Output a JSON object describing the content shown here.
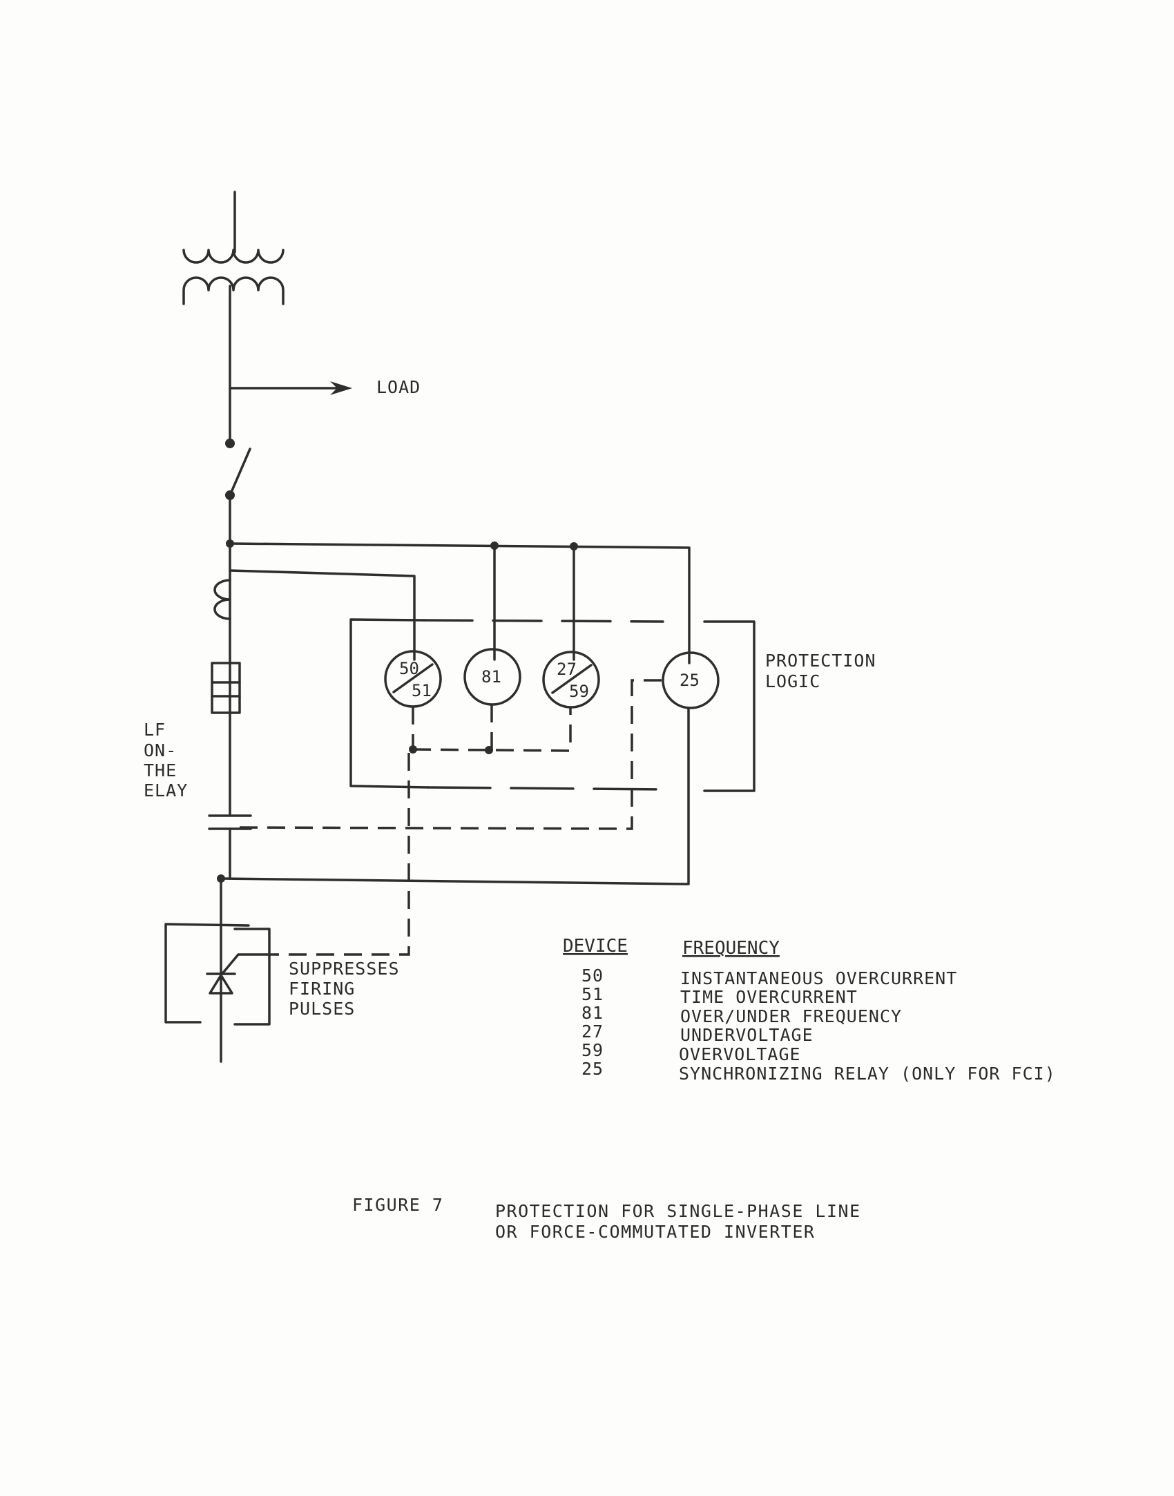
{
  "diagram": {
    "load_label": "LOAD",
    "protection_logic": [
      "PROTECTION",
      "LOGIC"
    ],
    "suppress_label": [
      "SUPPRESSES",
      "FIRING",
      "PULSES"
    ],
    "cut_label": [
      "LF",
      "ON-",
      "THE",
      "ELAY"
    ],
    "relays": [
      {
        "id": "50/51",
        "top": "50",
        "bottom": "51",
        "split": true
      },
      {
        "id": "81",
        "top": "81",
        "split": false
      },
      {
        "id": "27/59",
        "top": "27",
        "bottom": "59",
        "split": true
      },
      {
        "id": "25",
        "top": "25",
        "split": false
      }
    ]
  },
  "legend": {
    "device_header": "DEVICE",
    "frequency_header": "FREQUENCY",
    "rows": [
      {
        "device": "50",
        "description": "INSTANTANEOUS OVERCURRENT"
      },
      {
        "device": "51",
        "description": "TIME OVERCURRENT"
      },
      {
        "device": "81",
        "description": "OVER/UNDER FREQUENCY"
      },
      {
        "device": "27",
        "description": "UNDERVOLTAGE"
      },
      {
        "device": "59",
        "description": "OVERVOLTAGE"
      },
      {
        "device": "25",
        "description": "SYNCHRONIZING RELAY (ONLY FOR FCI)"
      }
    ]
  },
  "caption": {
    "figure": "FIGURE 7",
    "title_line1": "PROTECTION FOR SINGLE-PHASE LINE",
    "title_line2": "OR FORCE-COMMUTATED INVERTER"
  }
}
